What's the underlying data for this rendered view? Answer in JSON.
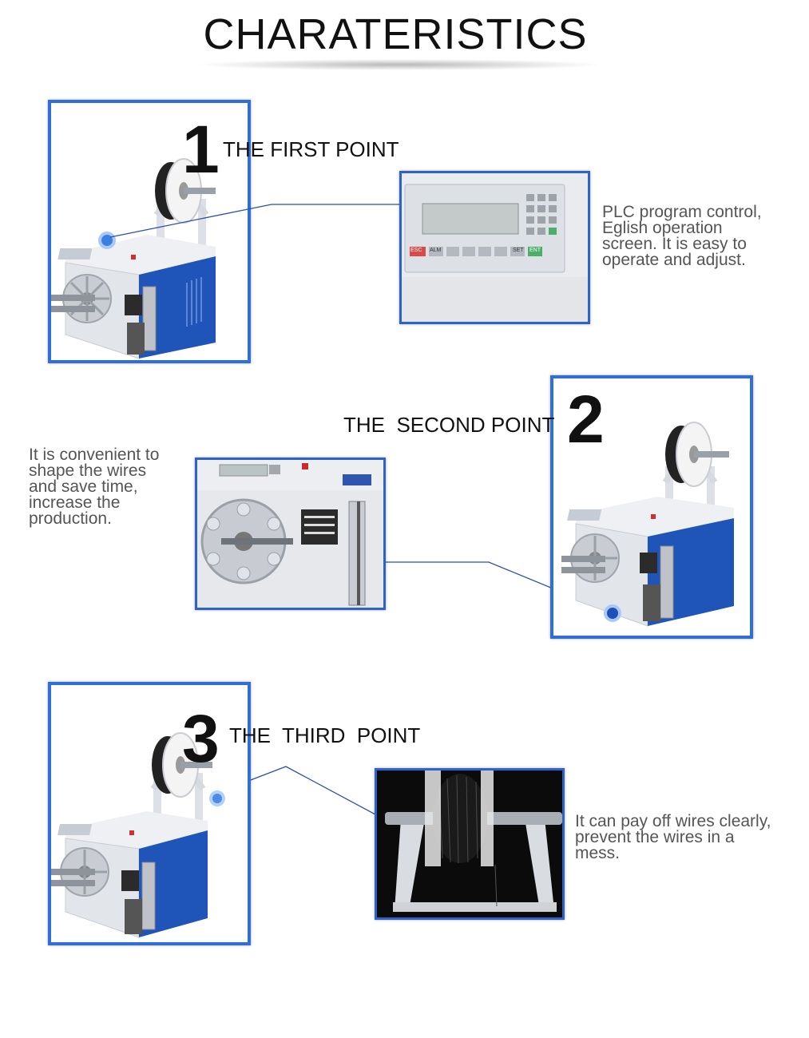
{
  "page_title": "CHARATERISTICS",
  "sections": [
    {
      "number": "1",
      "label": "THE FIRST POINT",
      "description_lines": [
        "PLC program control,",
        "Eglish operation",
        "screen. It is easy to",
        "operate and adjust."
      ],
      "panel_keys": [
        "ESC",
        "ALM",
        "SET",
        "ENT"
      ]
    },
    {
      "number": "2",
      "label": "THE  SECOND POINT",
      "description_lines": [
        "It is convenient to",
        "shape the wires",
        "and save time,",
        "increase the",
        "production."
      ]
    },
    {
      "number": "3",
      "label": "THE  THIRD  POINT",
      "description_lines": [
        "It can pay off wires clearly,",
        "prevent the wires in a",
        "mess."
      ]
    }
  ],
  "colors": {
    "frame_blue": "#2f6fd6",
    "machine_blue": "#1f55b8",
    "machine_gray": "#e4e6ea",
    "callout_line": "#2a4fb0",
    "description_text": "#555555"
  }
}
